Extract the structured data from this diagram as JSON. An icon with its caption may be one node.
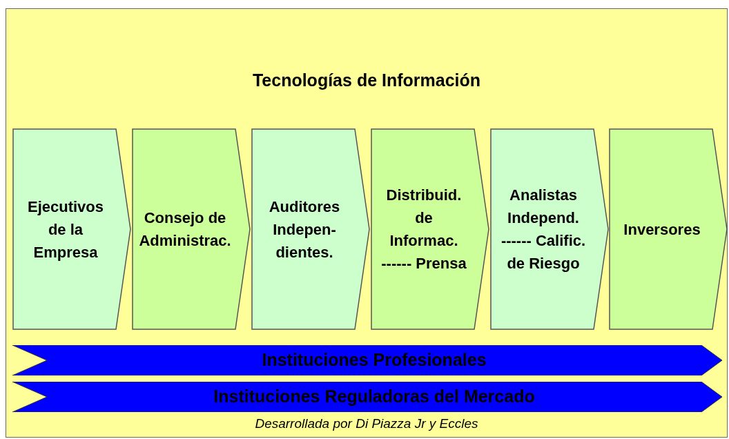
{
  "diagram": {
    "caption": "Desarrollada por Di Piazza Jr y Eccles",
    "nodes": [
      {
        "text": [
          "Tecnologías de Información"
        ]
      },
      {
        "text": [
          "Ejecutivos de la Empresa"
        ],
        "in": 0
      },
      {
        "text": [
          "Consejo de Administrac."
        ],
        "in": 0
      },
      {
        "text": [
          "Auditores Indepen- dientes."
        ],
        "in": 0
      },
      {
        "text": [
          "Distribuid. de Informac. ------ Prensa"
        ],
        "in": 0
      },
      {
        "text": [
          "Analistas Independ. ------ Calific. de Riesgo"
        ],
        "in": 0
      },
      {
        "text": [
          "Inversores"
        ],
        "in": 0
      },
      {
        "text": [
          "Instituciones Profesionales"
        ],
        "in": 0
      },
      {
        "text": [
          "Instituciones Reguladoras del Mercado"
        ],
        "in": 0
      }
    ]
  }
}
